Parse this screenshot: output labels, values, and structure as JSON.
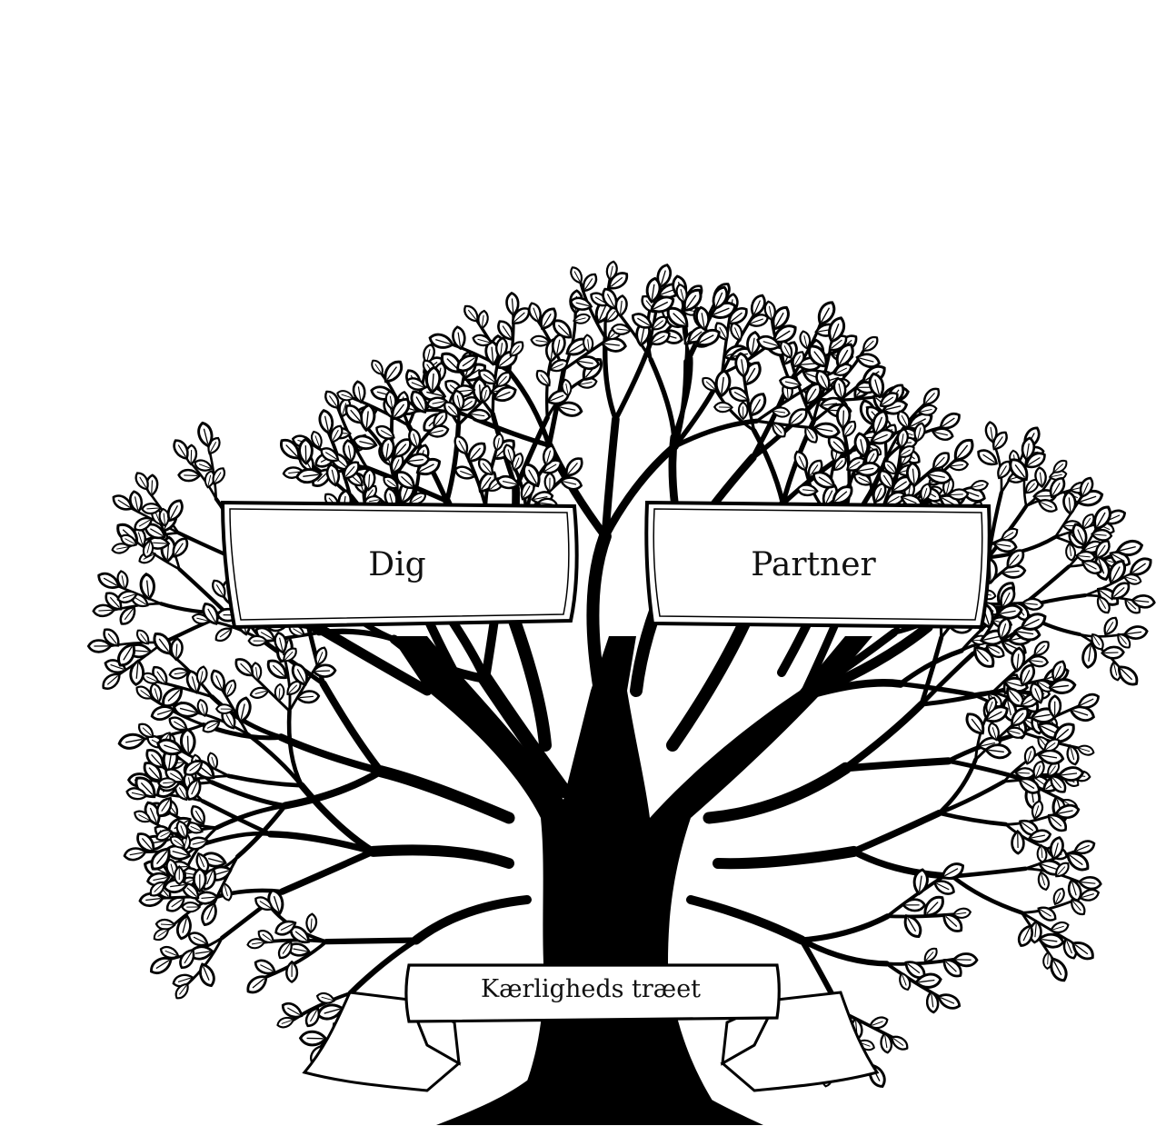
{
  "plaques": {
    "left": "Dig",
    "right": "Partner"
  },
  "banner": {
    "text": "Kærligheds træet"
  },
  "colors": {
    "ink": "#000000",
    "paper": "#ffffff"
  }
}
